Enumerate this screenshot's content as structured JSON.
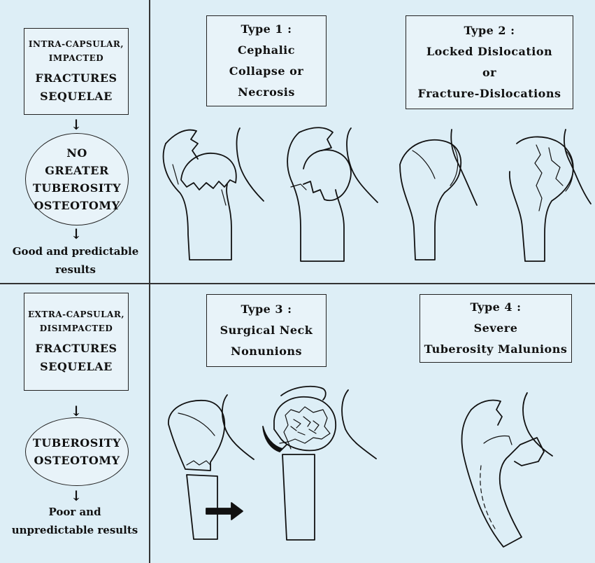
{
  "left_top": {
    "box_line1": "INTRA-CAPSULAR,",
    "box_line2": "IMPACTED",
    "box_line3": "FRACTURES",
    "box_line4": "SEQUELAE",
    "oval_line1": "NO",
    "oval_line2": "GREATER",
    "oval_line3": "TUBEROSITY",
    "oval_line4": "OSTEOTOMY",
    "result_line1": "Good and predictable",
    "result_line2": "results"
  },
  "left_bottom": {
    "box_line1": "EXTRA-CAPSULAR,",
    "box_line2": "DISIMPACTED",
    "box_line3": "FRACTURES",
    "box_line4": "SEQUELAE",
    "oval_line1": "TUBEROSITY",
    "oval_line2": "OSTEOTOMY",
    "result_line1": "Poor and",
    "result_line2": "unpredictable results"
  },
  "arrow_glyph": "➔",
  "types": {
    "type1": {
      "line1": "Type 1 :",
      "line2": "Cephalic",
      "line3": "Collapse or",
      "line4": "Necrosis"
    },
    "type2": {
      "line1": "Type 2 :",
      "line2": "Locked Dislocation",
      "line3": "or",
      "line4": "Fracture-Dislocations"
    },
    "type3": {
      "line1": "Type 3 :",
      "line2": "Surgical Neck",
      "line3": "Nonunions"
    },
    "type4": {
      "line1": "Type 4 :",
      "line2": "Severe",
      "line3": "Tuberosity Malunions"
    }
  },
  "colors": {
    "background": "#ddeef6",
    "line": "#111111"
  }
}
